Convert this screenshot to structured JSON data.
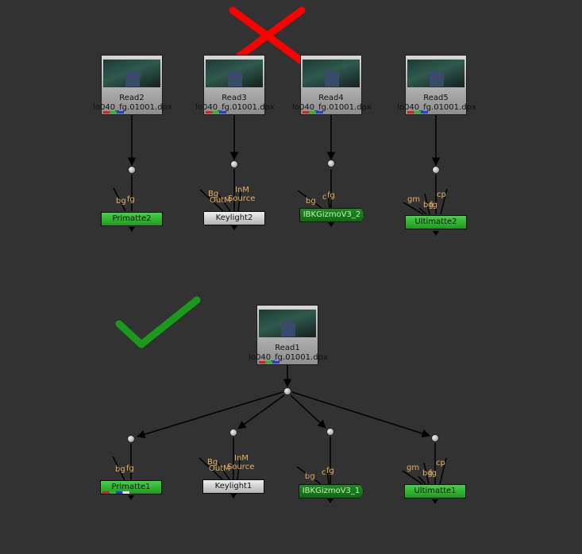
{
  "colors": {
    "background": "#323232",
    "wrong_mark": "#ff0000",
    "right_mark": "#1a9a1a",
    "keyer_green": "#2fb82f",
    "label_orange": "#e8b060"
  },
  "icons": {
    "wrong_mark": "red-x-icon",
    "right_mark": "green-check-icon"
  },
  "top": {
    "reads": [
      {
        "name": "Read2",
        "file": "lo040_fg.01001.dpx"
      },
      {
        "name": "Read3",
        "file": "lo040_fg.01001.dpx"
      },
      {
        "name": "Read4",
        "file": "lo040_fg.01001.dpx"
      },
      {
        "name": "Read5",
        "file": "lo040_fg.01001.dpx"
      }
    ],
    "keyers": [
      {
        "name": "Primatte2",
        "inputs": [
          "bg",
          "fg"
        ]
      },
      {
        "name": "Keylight2",
        "inputs": [
          "Bg",
          "OutM",
          "InM",
          "Source"
        ]
      },
      {
        "name": "IBKGizmoV3_2",
        "inputs": [
          "bg",
          "c",
          "fg"
        ]
      },
      {
        "name": "Ultimatte2",
        "inputs": [
          "gm",
          "bg",
          "fg",
          "cp"
        ]
      }
    ]
  },
  "bottom": {
    "read": {
      "name": "Read1",
      "file": "lo040_fg.01001.dpx"
    },
    "keyers": [
      {
        "name": "Primatte1",
        "inputs": [
          "bg",
          "fg"
        ]
      },
      {
        "name": "Keylight1",
        "inputs": [
          "Bg",
          "OutM",
          "InM",
          "Source"
        ]
      },
      {
        "name": "IBKGizmoV3_1",
        "inputs": [
          "bg",
          "c",
          "fg"
        ]
      },
      {
        "name": "Ultimatte1",
        "inputs": [
          "gm",
          "bg",
          "fg",
          "cp"
        ]
      }
    ]
  }
}
